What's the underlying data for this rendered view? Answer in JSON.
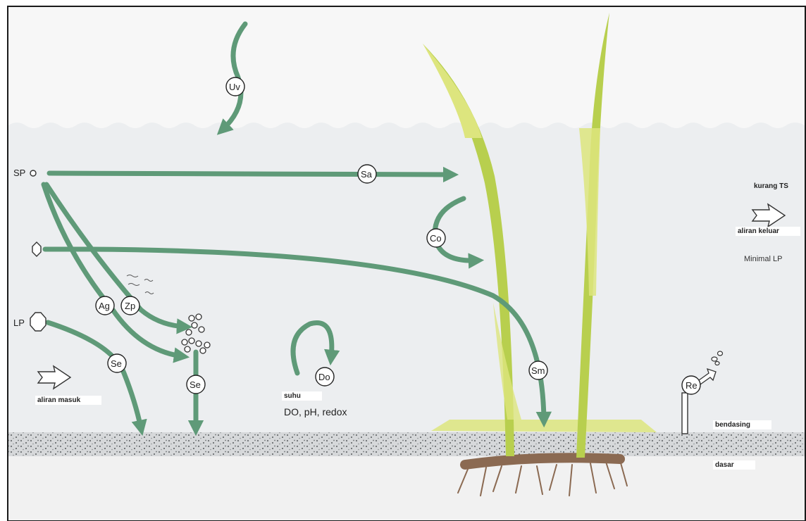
{
  "labels": {
    "uv": "Uv",
    "sp": "SP",
    "lp": "LP",
    "sa": "Sa",
    "co": "Co",
    "ag": "Ag",
    "zp": "Zp",
    "se_left": "Se",
    "se_mid": "Se",
    "do": "Do",
    "sm": "Sm",
    "re": "Re",
    "suhu": "suhu",
    "do_ph_redox": "DO, pH, redox",
    "aliran_masuk": "aliran masuk",
    "kurang_ts": "kurang TS",
    "aliran_keluar": "aliran keluar",
    "minimal_lp": "Minimal LP",
    "bendasing": "bendasing",
    "dasar": "dasar"
  },
  "colors": {
    "arrow_green": "#5f9a78",
    "water": "#eceef0",
    "plant_green": "#b8cf4e",
    "plant_light": "#dde57e",
    "root_brown": "#8b6a52",
    "sediment": "#7a7d80",
    "frame": "#1a1a1a"
  }
}
